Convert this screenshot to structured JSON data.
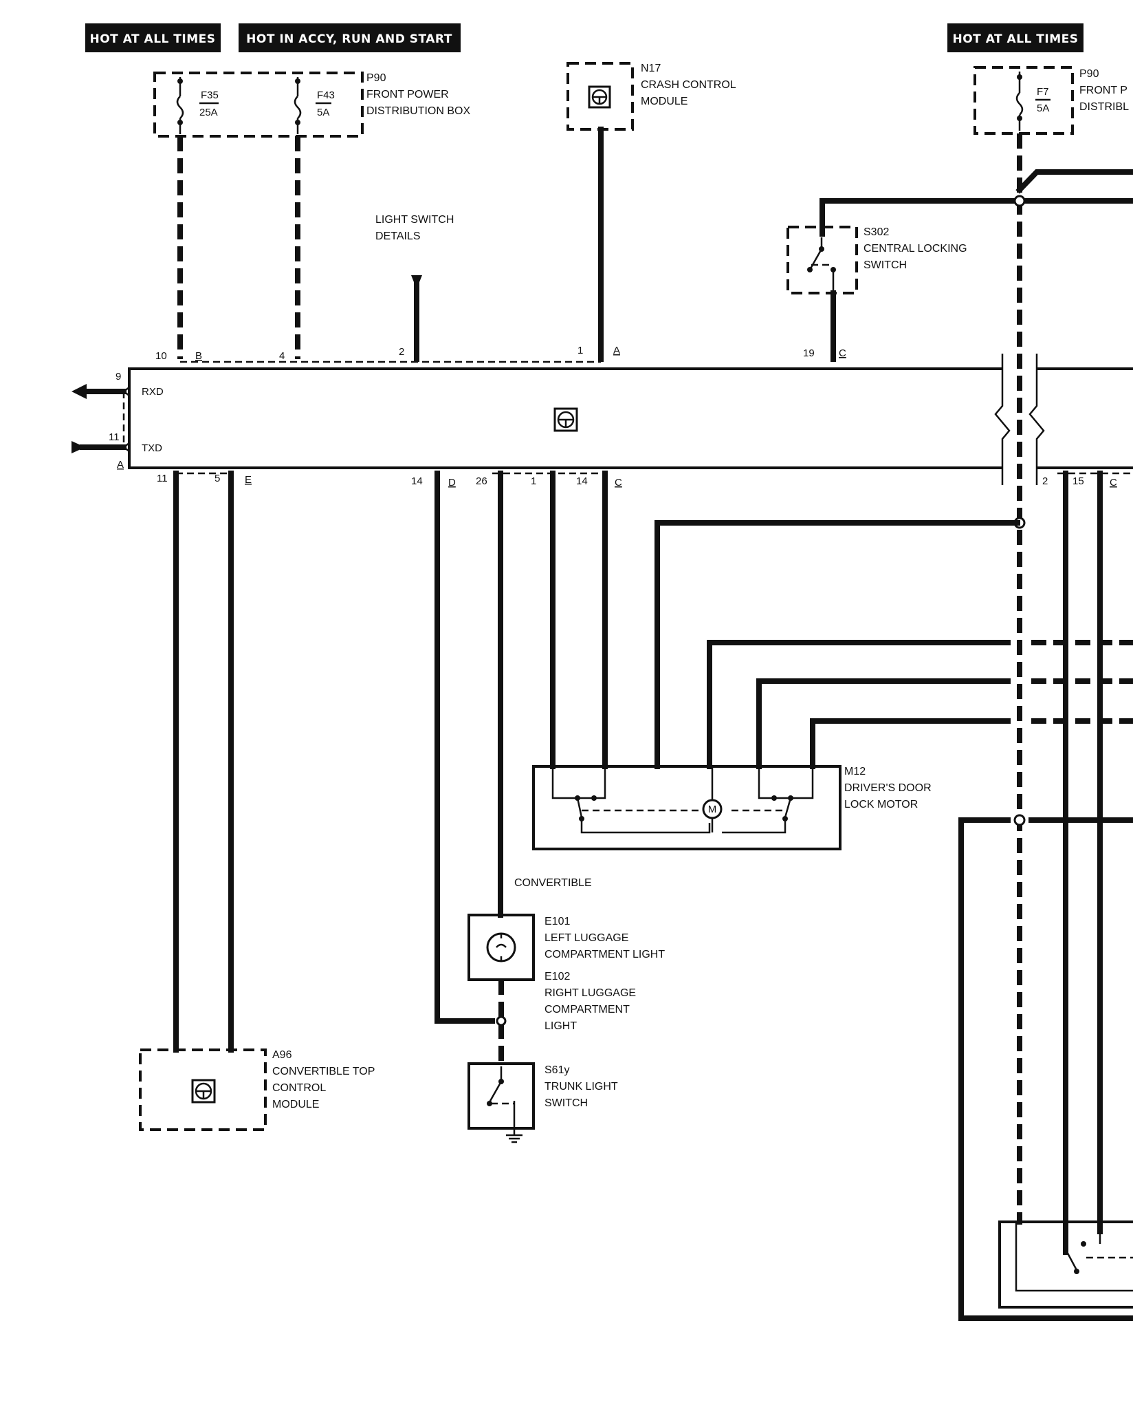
{
  "banners": {
    "hot_all_times_left": "HOT AT ALL TIMES",
    "hot_accy_run_start": "HOT IN ACCY, RUN AND  START",
    "hot_all_times_right": "HOT AT ALL TIMES"
  },
  "p90_left": {
    "id": "P90",
    "name_line1": "FRONT POWER",
    "name_line2": "DISTRIBUTION BOX",
    "fuse1_id": "F35",
    "fuse1_rating": "25A",
    "fuse2_id": "F43",
    "fuse2_rating": "5A"
  },
  "p90_right": {
    "id": "P90",
    "name_line1": "FRONT P",
    "name_line2": "DISTRIBL",
    "fuse_id": "F7",
    "fuse_rating": "5A"
  },
  "n17": {
    "id": "N17",
    "line1": "CRASH CONTROL",
    "line2": "MODULE"
  },
  "light_switch": {
    "line1": "LIGHT SWITCH",
    "line2": "DETAILS"
  },
  "s302": {
    "id": "S302",
    "line1": "CENTRAL LOCKING",
    "line2": "SWITCH"
  },
  "main_module": {
    "rxd": "RXD",
    "txd": "TXD"
  },
  "pins_top": {
    "p10": "10",
    "pB": "B",
    "p4": "4",
    "p2": "2",
    "p1": "1",
    "pA": "A",
    "p19": "19",
    "pC": "C"
  },
  "pins_left": {
    "p9": "9",
    "p11": "11",
    "pA": "A"
  },
  "pins_bottom": {
    "p11": "11",
    "p5": "5",
    "pE": "E",
    "p14a": "14",
    "pD": "D",
    "p26": "26",
    "p1": "1",
    "p14b": "14",
    "pC": "C",
    "p2": "2",
    "p15": "15",
    "pC2": "C"
  },
  "m12": {
    "id": "M12",
    "line1": "DRIVER'S DOOR",
    "line2": "LOCK MOTOR",
    "motor": "M"
  },
  "convertible": "CONVERTIBLE",
  "e101": {
    "id": "E101",
    "line1": "LEFT LUGGAGE",
    "line2": "COMPARTMENT LIGHT"
  },
  "e102": {
    "id": "E102",
    "line1": "RIGHT LUGGAGE",
    "line2": "COMPARTMENT",
    "line3": "LIGHT"
  },
  "a96": {
    "id": "A96",
    "line1": "CONVERTIBLE TOP",
    "line2": "CONTROL",
    "line3": "MODULE"
  },
  "s61y": {
    "id": "S61y",
    "line1": "TRUNK LIGHT",
    "line2": "SWITCH"
  }
}
